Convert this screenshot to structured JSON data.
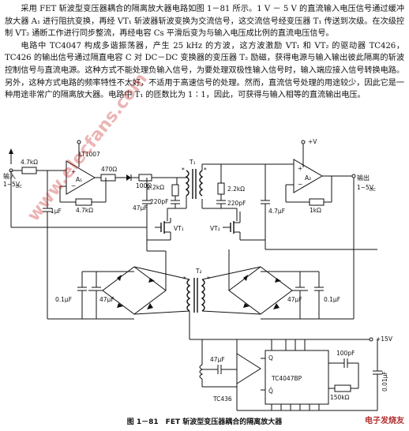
{
  "article": {
    "paragraph1": "采用 FET 斩波型变压器耦合的隔离放大器电路如图 1－81 所示。1 V － 5 V 的直流输入电压信号通过缓冲放大器 A₁ 进行阻抗变换，再经 VT₁ 斩波器斩波变换为交流信号，这交流信号经变压器 T₁ 传送到次级。在次级控制 VT₂ 通断工作进行同步整流，再经电容 Cs 平滑后变为与输入电压成比例的直流电压信号。",
    "paragraph2": "电路中 TC4047 构成多谐振荡器，产生 25 kHz 的方波，这方波激励 VT₁ 和 VT₂ 的驱动器 TC426，TC426 的输出信号通过隔直电容 C 对 DC－DC 变换器的变压器 T₂ 励磁，获得电源与输入输出彼此隔离的斩波控制信号与直流电源。这种方式不能处理负输入信号，为要处理双极性输入信号时，输入端应接入信号转换电路。另外，这种方式电路的频率特性不太好，不适用于高速信号的处理。然而，直流信号处理的用途较少，因此它是一种用途非常广的隔离放大器。电路中 T₁ 的匝数比为 1∶1，因此，可获得与输入相等的直流输出电压。"
  },
  "schematic": {
    "input_label": "输入",
    "input_range": "1~5V",
    "input_range_sub": "DC",
    "output_label": "输出",
    "output_range": "1~5V",
    "output_range_sub": "DC",
    "r_in": "4.7kΩ",
    "opamp1_part": "LT1007",
    "opamp1_name": "A₁",
    "r_470": "470Ω",
    "r_100": "100Ω",
    "r_fb": "4.7kΩ",
    "c_in": "1μF",
    "r_22k_left": "2.2kΩ",
    "c_220p_left": "220pF",
    "c_47u_left": "47μF",
    "vt1": "VT₁",
    "t1": "T₁",
    "r_22k_right": "2.2kΩ",
    "c_220p_right": "220pF",
    "vt2": "VT₂",
    "vplus": "+V",
    "opamp2_name": "A₂",
    "c_47u_out": "4.7μF",
    "r_1k": "1kΩ",
    "t2": "T₂",
    "c_01u_l": "0.1μF",
    "c_47u_bl": "47μF",
    "c_47u_br": "47μF",
    "c_01u_r": "0.1μF",
    "vcc": "+15V",
    "osc_part": "TC4047BP",
    "pin_q": "Q",
    "pin_qbar": "Q̄",
    "c_100p": "100pF",
    "r_150k": "150kΩ",
    "c_47u_osc": "47μF",
    "drv_part": "TC436",
    "c_001u": "0.01μF"
  },
  "figure": {
    "caption": "图 1－81　FET 斩波型变压器耦合的隔离放大器",
    "watermark": "www.elecfans.com",
    "logo": "电子发烧友"
  }
}
